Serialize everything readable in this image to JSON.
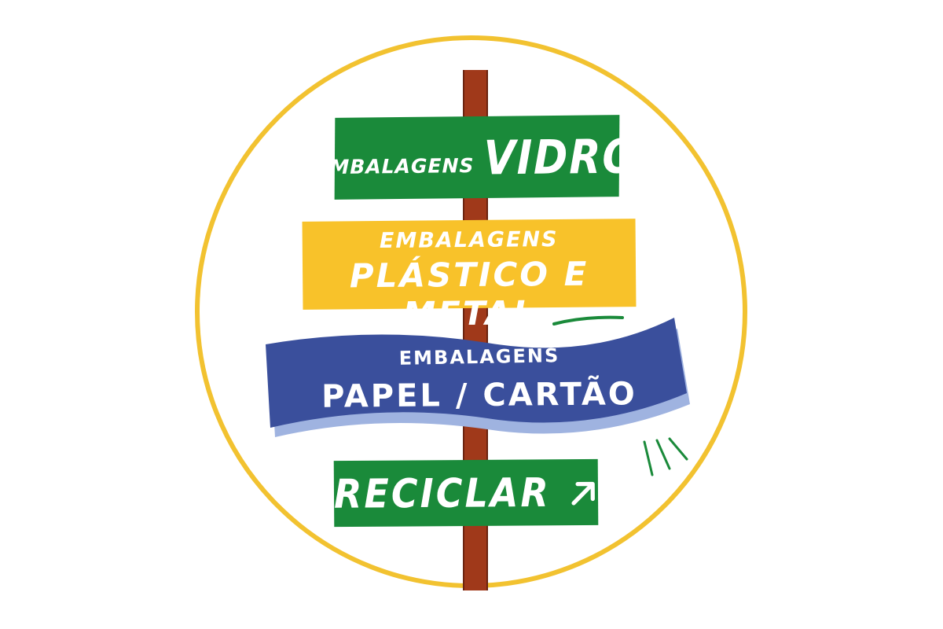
{
  "signpost": {
    "glass": {
      "small": "EMBALAGENS",
      "big": "VIDRO",
      "color": "#1a8a3a"
    },
    "plastic": {
      "small": "EMBALAGENS",
      "big": "PLÁSTICO E METAL",
      "color": "#f8c22a"
    },
    "paper": {
      "small": "EMBALAGENS",
      "big": "PAPEL / CARTÃO",
      "color": "#3a4f9c",
      "shadow_color": "#9fb3e0"
    },
    "recycle": {
      "label": "RECICLAR",
      "icon": "arrow-up-right-icon",
      "color": "#1a8a3a"
    }
  },
  "colors": {
    "ring": "#f2c230",
    "pole": "#a0391a",
    "background": "#ffffff"
  }
}
